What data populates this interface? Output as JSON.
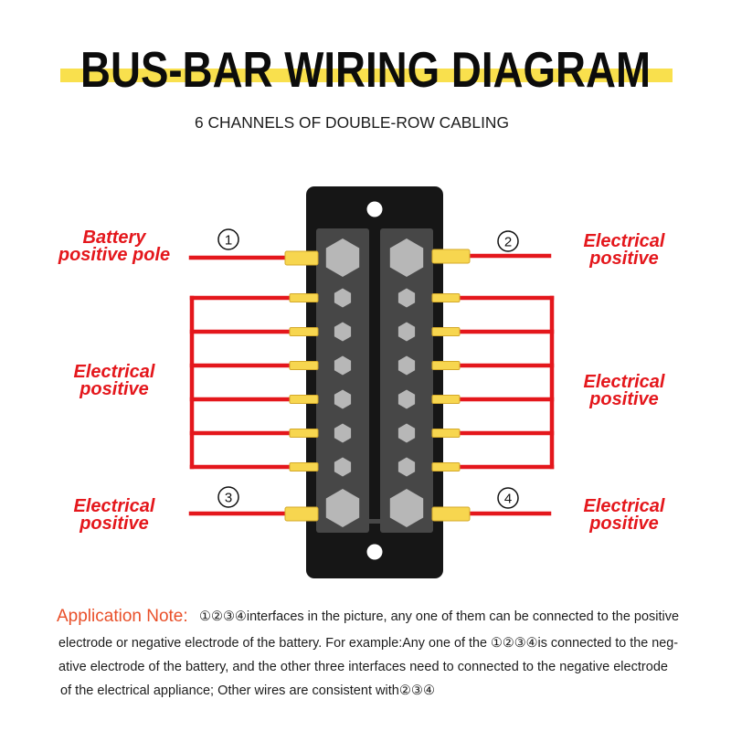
{
  "title": "BUS-BAR WIRING DIAGRAM",
  "subtitle": "6 CHANNELS OF DOUBLE-ROW CABLING",
  "terminal_labels": {
    "left_top": {
      "line1": "Battery",
      "line2": "positive pole"
    },
    "left_middle": {
      "line1": "Electrical",
      "line2": "positive"
    },
    "left_bottom": {
      "line1": "Electrical",
      "line2": "positive"
    },
    "right_top": {
      "line1": "Electrical",
      "line2": "positive"
    },
    "right_middle": {
      "line1": "Electrical",
      "line2": "positive"
    },
    "right_bottom": {
      "line1": "Electrical",
      "line2": "positive"
    }
  },
  "interface_markers": {
    "top_left": "1",
    "top_right": "2",
    "bottom_left": "3",
    "bottom_right": "4"
  },
  "application_note": {
    "heading": "Application Note:",
    "lines": [
      "①②③④interfaces in the picture, any one of them can be connected to the positive",
      "electrode or negative electrode of the battery. For example:Any one of the ①②③④is connected to the neg-",
      "ative electrode of the battery, and the other three interfaces need to connected to the negative electrode",
      "of the electrical appliance; Other wires are consistent with②③④"
    ]
  },
  "colors": {
    "title": "#0c0c0c",
    "title_highlight": "#f9e04d",
    "wire": "#e4171c",
    "label_text": "#e4171c",
    "terminal_lug": "#f7d64f",
    "busbar_body": "#161616",
    "busbar_plate": "#474747",
    "screw_head": "#b7b7b7",
    "note_heading": "#e9502a",
    "text": "#1c1c1c"
  }
}
